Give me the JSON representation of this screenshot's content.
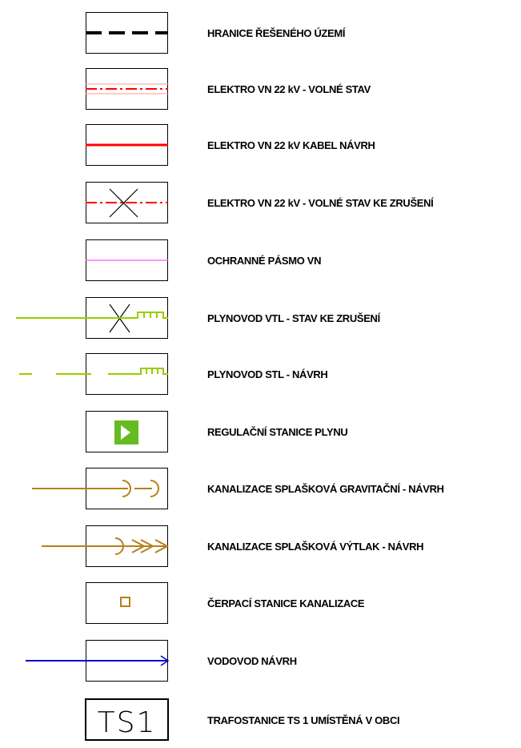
{
  "legend": {
    "items": [
      {
        "label": "HRANICE ŘEŠENÉHO ÚZEMÍ"
      },
      {
        "label": "ELEKTRO VN 22 kV - VOLNÉ STAV"
      },
      {
        "label": "ELEKTRO VN 22 kV KABEL NÁVRH"
      },
      {
        "label": "ELEKTRO VN 22 kV - VOLNÉ STAV KE ZRUŠENÍ"
      },
      {
        "label": "OCHRANNÉ PÁSMO VN"
      },
      {
        "label": "PLYNOVOD VTL - STAV KE ZRUŠENÍ"
      },
      {
        "label": "PLYNOVOD STL - NÁVRH"
      },
      {
        "label": "REGULAČNÍ STANICE PLYNU"
      },
      {
        "label": "KANALIZACE SPLAŠKOVÁ GRAVITAČNÍ - NÁVRH"
      },
      {
        "label": "KANALIZACE SPLAŠKOVÁ VÝTLAK - NÁVRH"
      },
      {
        "label": "ČERPACÍ STANICE KANALIZACE"
      },
      {
        "label": "VODOVOD NÁVRH"
      },
      {
        "label": "TRAFOSTANICE TS 1 UMÍSTĚNÁ V OBCI",
        "symbol_text": "TS1"
      }
    ]
  },
  "colors": {
    "boundary": "#000000",
    "electro": "#ff0000",
    "protection_zone": "#ff55ff",
    "gas": "#99cc00",
    "sewer": "#b5801a",
    "water": "#0000cc"
  },
  "icons": [
    "boundary-line-symbol",
    "overhead-line-symbol",
    "cable-line-symbol",
    "overhead-line-removal-symbol",
    "protection-zone-symbol",
    "gas-vtl-removal-symbol",
    "gas-stl-symbol",
    "gas-regulation-station-icon",
    "gravity-sewer-symbol",
    "pressure-sewer-symbol",
    "pump-station-icon",
    "water-main-symbol",
    "substation-symbol"
  ]
}
